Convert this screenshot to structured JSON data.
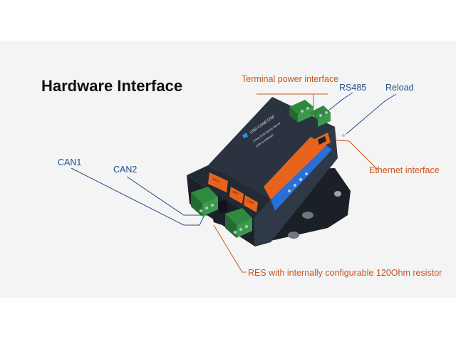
{
  "title": "Hardware Interface",
  "labels": {
    "terminal_power": "Terminal power interface",
    "rs485": "RS485",
    "reload": "Reload",
    "ethernet": "Ethernet interface",
    "can1": "CAN1",
    "can2": "CAN2",
    "res": "RES with internally configurable 120Ohm resistor"
  },
  "device": {
    "model": "USR-CANET200",
    "desc1": "2 Port CAN Device Server",
    "desc2": "CAN to Ethernet",
    "port_can1": "CAN1",
    "port_res": "RES",
    "port_can2": "CAN2"
  },
  "colors": {
    "blue_label": "#1f4e8c",
    "orange_label": "#c8561b",
    "device_body": "#2b3340",
    "accent_orange": "#e8641c",
    "terminal_green": "#3a9a4b"
  }
}
